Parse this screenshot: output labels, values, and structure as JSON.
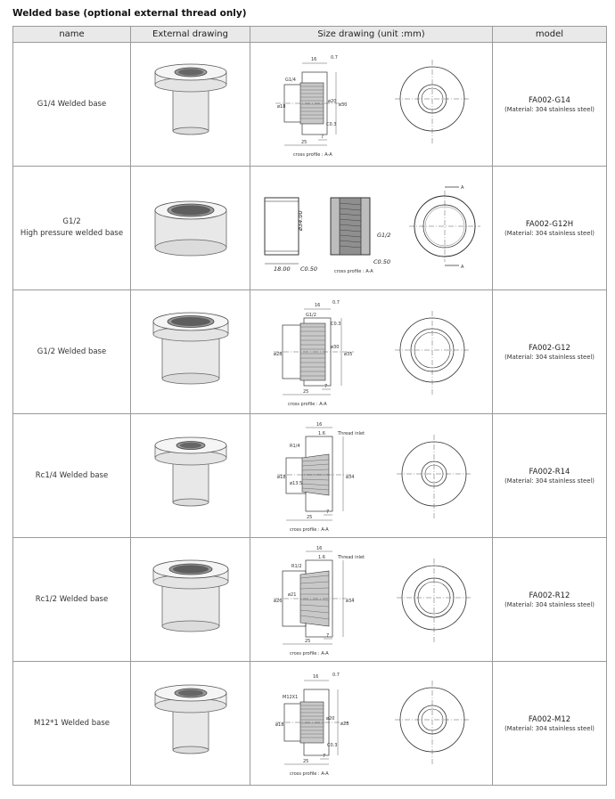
{
  "page_title": "Welded base (optional external thread only)",
  "headers": {
    "name": "name",
    "external": "External drawing",
    "size": "Size drawing (unit :mm)",
    "model": "model"
  },
  "rows": [
    {
      "name": "G1/4 Welded base",
      "model": "FA002-G14",
      "material": "(Material: 304 stainless steel)",
      "cross_label": "cross profile : A-A",
      "thread": "G1/4",
      "dims": [
        "16",
        "25",
        "7",
        "ø18",
        "ø20",
        "ø30",
        "C0.3",
        "0.7"
      ]
    },
    {
      "name": "G1/2",
      "name_line2": "High pressure welded base",
      "model": "FA002-G12H",
      "material": "(Material: 304 stainless steel)",
      "cross_label": "cross profile : A-A",
      "thread": "G1/2",
      "dims": [
        "ø34.00",
        "18.00",
        "C0.50",
        "C0.50",
        "A",
        "A"
      ]
    },
    {
      "name": "G1/2 Welded base",
      "model": "FA002-G12",
      "material": "(Material: 304 stainless steel)",
      "cross_label": "cross profile : A-A",
      "thread": "G1/2",
      "dims": [
        "16",
        "25",
        "7",
        "ø28",
        "ø30",
        "ø35",
        "C0.3",
        "0.7"
      ]
    },
    {
      "name": "Rc1/4 Welded base",
      "model": "FA002-R14",
      "material": "(Material: 304 stainless steel)",
      "cross_label": "cross profile : A-A",
      "thread": "R1/4",
      "dims": [
        "16",
        "25",
        "7",
        "ø18",
        "ø13.5",
        "ø34",
        "1.6",
        "Thread inlet"
      ]
    },
    {
      "name": "Rc1/2 Welded base",
      "model": "FA002-R12",
      "material": "(Material: 304 stainless steel)",
      "cross_label": "cross profile : A-A",
      "thread": "R1/2",
      "dims": [
        "16",
        "25",
        "7",
        "ø26",
        "ø21",
        "ø34",
        "1.6",
        "Thread inlet"
      ]
    },
    {
      "name": "M12*1 Welded base",
      "model": "FA002-M12",
      "material": "(Material: 304 stainless steel)",
      "cross_label": "cross profile : A-A",
      "thread": "M12X1",
      "dims": [
        "16",
        "25",
        "7",
        "ø18",
        "ø20",
        "ø28",
        "C0.3",
        "0.7"
      ]
    }
  ]
}
